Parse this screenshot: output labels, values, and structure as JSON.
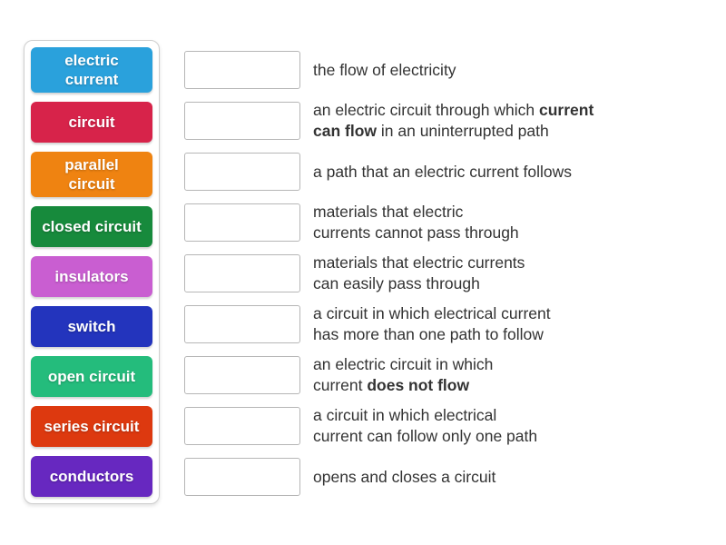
{
  "colors": {
    "panel_border": "#cfcfcf",
    "slot_border": "#b6b6b6",
    "definition_text": "#333333",
    "tile_text": "#ffffff",
    "background": "#ffffff"
  },
  "tiles": [
    {
      "label": "electric current",
      "lines": [
        "electric",
        "current"
      ],
      "color": "#2aa1dc"
    },
    {
      "label": "circuit",
      "lines": [
        "circuit"
      ],
      "color": "#d7234a"
    },
    {
      "label": "parallel circuit",
      "lines": [
        "parallel",
        "circuit"
      ],
      "color": "#ef8311"
    },
    {
      "label": "closed circuit",
      "lines": [
        "closed circuit"
      ],
      "color": "#178a3c"
    },
    {
      "label": "insulators",
      "lines": [
        "insulators"
      ],
      "color": "#c95ed1"
    },
    {
      "label": "switch",
      "lines": [
        "switch"
      ],
      "color": "#2334bd"
    },
    {
      "label": "open circuit",
      "lines": [
        "open circuit"
      ],
      "color": "#24bc7c"
    },
    {
      "label": "series circuit",
      "lines": [
        "series circuit"
      ],
      "color": "#dd390f"
    },
    {
      "label": "conductors",
      "lines": [
        "conductors"
      ],
      "color": "#6728c0"
    }
  ],
  "definitions": [
    {
      "lines": [
        [
          {
            "t": "the flow of electricity",
            "b": false
          }
        ]
      ]
    },
    {
      "lines": [
        [
          {
            "t": "an electric circuit through which ",
            "b": false
          },
          {
            "t": "current",
            "b": true
          }
        ],
        [
          {
            "t": "can flow",
            "b": true
          },
          {
            "t": " in an uninterrupted path",
            "b": false
          }
        ]
      ]
    },
    {
      "lines": [
        [
          {
            "t": "a path that an electric current follows",
            "b": false
          }
        ]
      ]
    },
    {
      "lines": [
        [
          {
            "t": "materials that electric",
            "b": false
          }
        ],
        [
          {
            "t": "currents cannot pass through",
            "b": false
          }
        ]
      ]
    },
    {
      "lines": [
        [
          {
            "t": "materials that electric currents",
            "b": false
          }
        ],
        [
          {
            "t": "can easily pass through",
            "b": false
          }
        ]
      ]
    },
    {
      "lines": [
        [
          {
            "t": "a circuit in which electrical current",
            "b": false
          }
        ],
        [
          {
            "t": "has more than one path to follow",
            "b": false
          }
        ]
      ]
    },
    {
      "lines": [
        [
          {
            "t": "an electric circuit in which",
            "b": false
          }
        ],
        [
          {
            "t": "current ",
            "b": false
          },
          {
            "t": "does not flow",
            "b": true
          }
        ]
      ]
    },
    {
      "lines": [
        [
          {
            "t": "a circuit in which electrical",
            "b": false
          }
        ],
        [
          {
            "t": "current can follow only one path",
            "b": false
          }
        ]
      ]
    },
    {
      "lines": [
        [
          {
            "t": "opens and closes a circuit",
            "b": false
          }
        ]
      ]
    }
  ]
}
